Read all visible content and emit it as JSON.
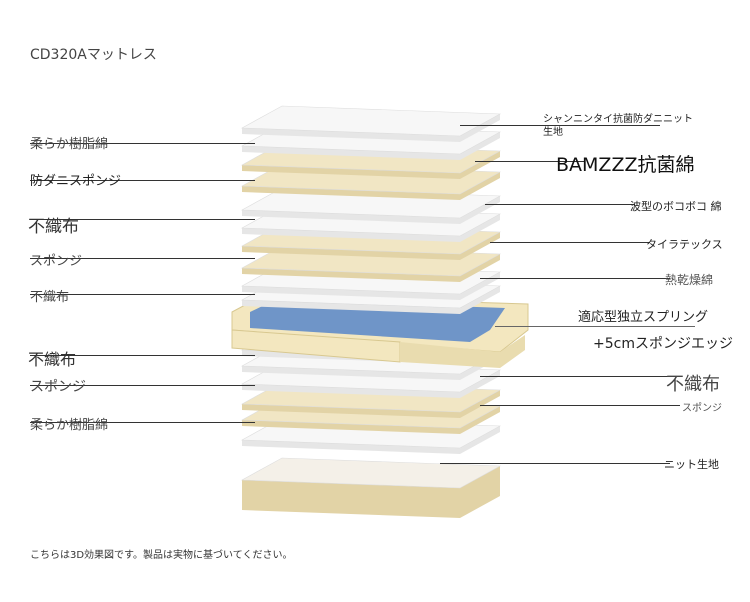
{
  "title": "CD320Aマットレス",
  "footnote": "こちらは3D効果図です。製品は実物に基づいてください。",
  "left_labels": [
    "柔らか樹脂綿",
    "防ダニスポンジ",
    "不織布",
    "スポンジ",
    "不織布",
    "不織布",
    "スポンジ",
    "柔らか樹脂綿"
  ],
  "right_labels": [
    "シャンニンタイ抗菌防ダニニット生地",
    "BAMZZZ抗菌綿",
    "波型のボコボコ 綿",
    "タイラテックス",
    "熱乾燥綿",
    "適応型独立スプリング",
    "+5cmスポンジエッジ",
    "不織布",
    "スポンジ",
    "ニット生地"
  ],
  "colors": {
    "white_layer": "#f7f7f7",
    "cream_layer": "#f1e6c4",
    "spring": "#6f95c8",
    "edge": "#f3e7bf"
  }
}
